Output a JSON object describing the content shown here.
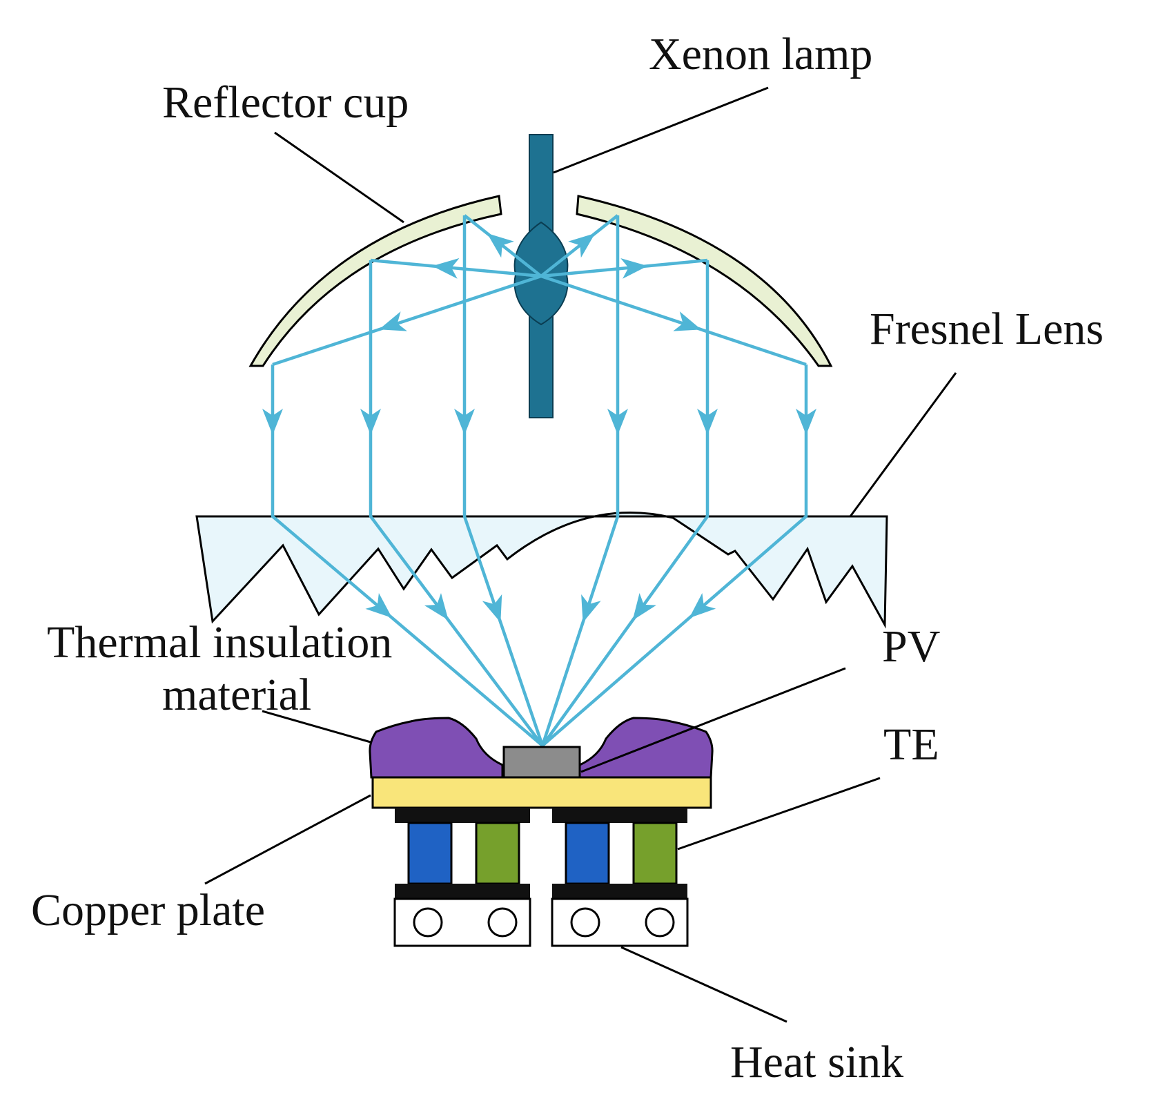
{
  "labels": {
    "xenon_lamp": "Xenon lamp",
    "reflector_cup": "Reflector cup",
    "fresnel_lens": "Fresnel Lens",
    "thermal_line1": "Thermal insulation",
    "thermal_line2": "material",
    "pv": "PV",
    "te": "TE",
    "copper_plate": "Copper plate",
    "heat_sink": "Heat sink"
  },
  "colors": {
    "light_ray": "#4fb5d6",
    "lamp": "#1e7291",
    "reflector": "#e9f1d3",
    "lens": "#e8f6fb",
    "insulation": "#7f4fb4",
    "pv_cell": "#8c8c8c",
    "copper_plate": "#f9e57a",
    "te_leg_n": "#1f62c4",
    "te_leg_p": "#76a02c",
    "heat_sink": "#ffffff"
  }
}
